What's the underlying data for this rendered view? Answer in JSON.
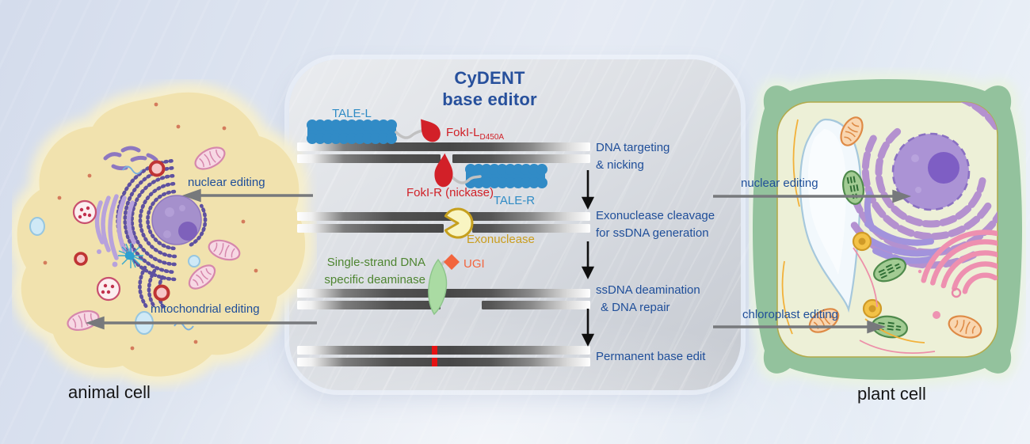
{
  "title": {
    "line1": "CyDENT",
    "line2": "base editor"
  },
  "panel": {
    "components": {
      "tale_l": "TALE-L",
      "tale_r": "TALE-R",
      "foki_l": "FokI-L",
      "foki_l_subscript": "D450A",
      "foki_r": "FokI-R (nickase)",
      "exonuclease": "Exonuclease",
      "ugi": "UGI",
      "deaminase_line1": "Single-strand DNA",
      "deaminase_line2": "specific deaminase"
    },
    "steps": [
      {
        "line1": "DNA targeting",
        "line2": "& nicking"
      },
      {
        "line1": "Exonuclease cleavage",
        "line2": "for ssDNA generation"
      },
      {
        "line1": "ssDNA deamination",
        "line2": "& DNA repair"
      },
      {
        "line1": "Permanent base edit"
      }
    ]
  },
  "left_cell": {
    "label": "animal cell",
    "annotation_nuclear": "nuclear editing",
    "annotation_mitochondrial": "mitochondrial editing"
  },
  "right_cell": {
    "label": "plant cell",
    "annotation_nuclear": "nuclear editing",
    "annotation_chloroplast": "chloroplast editing"
  },
  "colors": {
    "label_navy": "#1f4e99",
    "tale_blue": "#2f8bc5",
    "foki_red": "#d01f26",
    "exonuclease_gold": "#c99d1e",
    "deaminase_green": "#4e8531",
    "ugi_orange": "#f2653e",
    "edit_mark_red": "#e51212",
    "arrow_gray": "#77797c",
    "panel_gray": "#d7dade",
    "animal_cytoplasm": "#f1e2ae",
    "plant_wall_green": "#93c29d",
    "nucleus_purple": "#a590cc"
  }
}
